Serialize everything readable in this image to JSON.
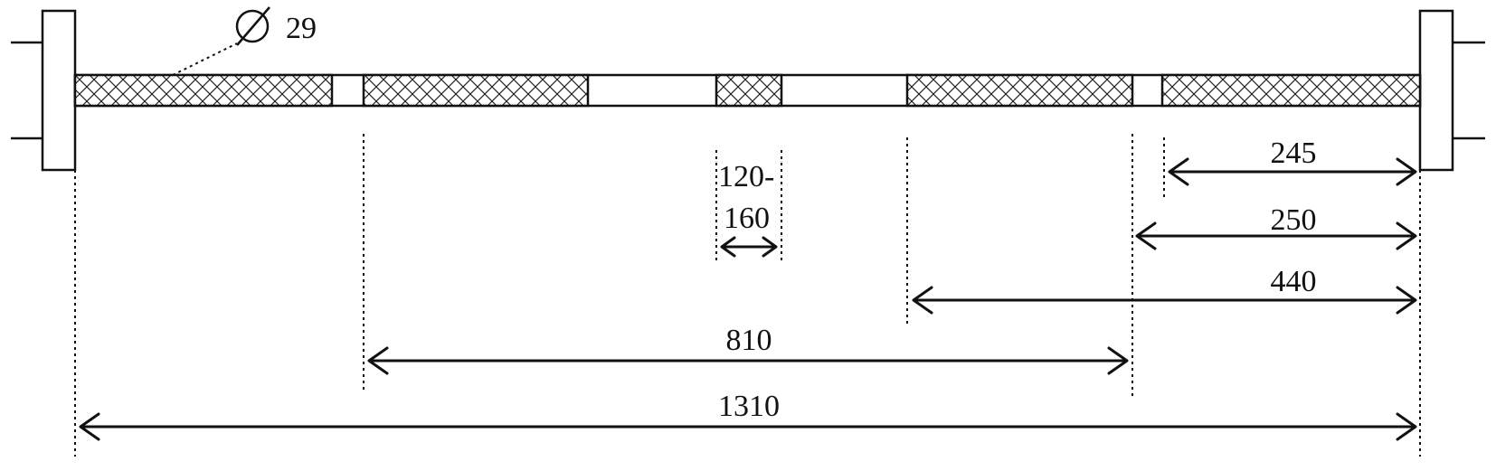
{
  "diameter_label": "29",
  "dimensions": {
    "d245": "245",
    "d250": "250",
    "d440": "440",
    "d810": "810",
    "d1310": "1310",
    "d120_160_line1": "120-",
    "d120_160_line2": "160"
  }
}
